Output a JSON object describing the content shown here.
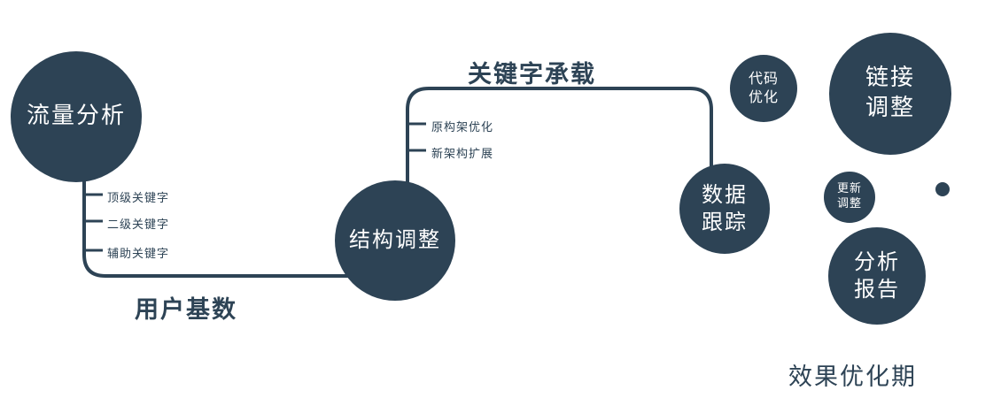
{
  "colors": {
    "primary": "#2d4355",
    "background": "#ffffff",
    "node_text": "#ffffff"
  },
  "nodes": {
    "traffic": {
      "label": "流量分析"
    },
    "structure": {
      "label": "结构调整"
    },
    "data_tracking": {
      "line1": "数据",
      "line2": "跟踪"
    },
    "code_optimization": {
      "line1": "代码",
      "line2": "优化"
    },
    "link_adjustment": {
      "line1": "链接",
      "line2": "调整"
    },
    "update_adjustment": {
      "line1": "更新",
      "line2": "调整"
    },
    "analysis_report": {
      "line1": "分析",
      "line2": "报告"
    }
  },
  "edge_labels": {
    "user_base": "用户基数",
    "keyword_bearing": "关键字承载"
  },
  "branch_labels": {
    "traffic": [
      "顶级关键字",
      "二级关键字",
      "辅助关键字"
    ],
    "structure": [
      "原构架优化",
      "新架构扩展"
    ]
  },
  "caption": "效果优化期"
}
